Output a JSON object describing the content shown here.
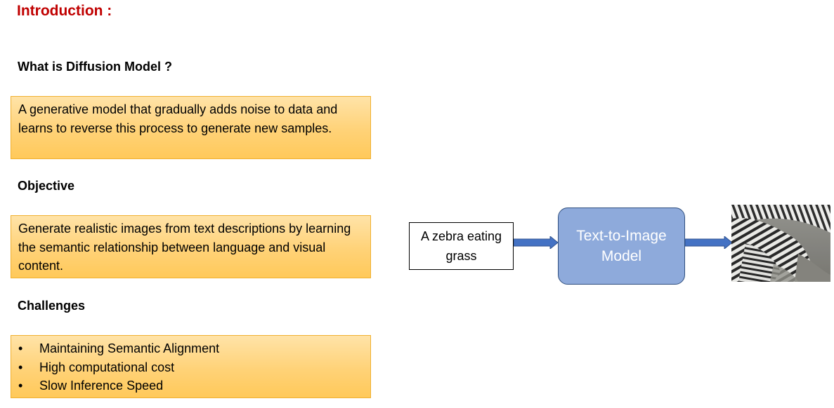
{
  "title": "Introduction :",
  "sections": {
    "definition": {
      "heading": "What is Diffusion Model ?",
      "text": "A generative model that gradually adds noise to data and learns to reverse this process to generate new samples."
    },
    "objective": {
      "heading": "Objective",
      "text": "Generate realistic images from text descriptions by learning the semantic relationship between language and visual content."
    },
    "challenges": {
      "heading": "Challenges",
      "items": [
        "Maintaining Semantic Alignment",
        "High computational cost",
        "Slow Inference Speed"
      ]
    }
  },
  "diagram": {
    "input_text": "A zebra eating grass",
    "model_label": "Text-to-Image Model",
    "output_image": "zebra-photo",
    "colors": {
      "title": "#c00000",
      "box_fill": "#ffd277",
      "box_border": "#f0b030",
      "model_fill": "#8eaadb",
      "arrow": "#4472c4"
    }
  }
}
